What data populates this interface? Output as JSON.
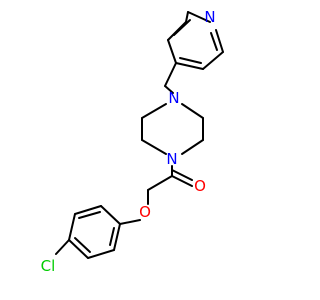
{
  "molecule": {
    "atoms": [
      {
        "id": "N_py",
        "label": "N",
        "color": "#0000ff"
      },
      {
        "id": "N_top",
        "label": "N",
        "color": "#0000ff"
      },
      {
        "id": "N_bot",
        "label": "N",
        "color": "#0000ff"
      },
      {
        "id": "O_carbonyl",
        "label": "O",
        "color": "#ff0000"
      },
      {
        "id": "O_ether",
        "label": "O",
        "color": "#ff0000"
      },
      {
        "id": "Cl",
        "label": "Cl",
        "color": "#00cc00"
      }
    ],
    "bond_color": "#000000"
  }
}
